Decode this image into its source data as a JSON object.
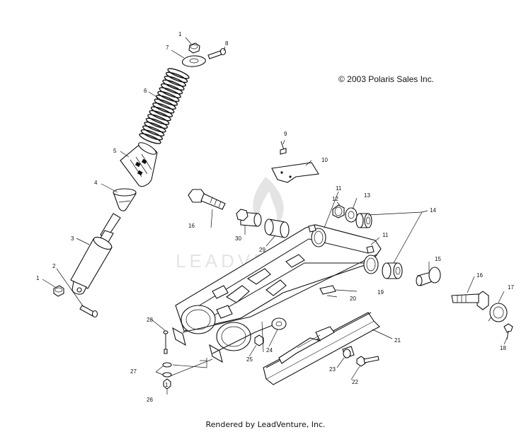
{
  "copyright": "© 2003 Polaris Sales Inc.",
  "footer": "Rendered by LeadVenture, Inc.",
  "watermark": "LEADVENTURE",
  "callouts": {
    "n1a": "1",
    "n1b": "1",
    "n1c": "1",
    "n2": "2",
    "n3": "3",
    "n4": "4",
    "n5": "5",
    "n6": "6",
    "n7": "7",
    "n8": "8",
    "n9": "9",
    "n10": "10",
    "n11a": "11",
    "n11b": "11",
    "n12": "12",
    "n13": "13",
    "n14": "14",
    "n15": "15",
    "n16a": "16",
    "n16b": "16",
    "n17": "17",
    "n18": "18",
    "n19": "19",
    "n20": "20",
    "n21": "21",
    "n22": "22",
    "n23": "23",
    "n24": "24",
    "n25": "25",
    "n26": "26",
    "n27": "27",
    "n28": "28",
    "n29": "29",
    "n30": "30"
  }
}
